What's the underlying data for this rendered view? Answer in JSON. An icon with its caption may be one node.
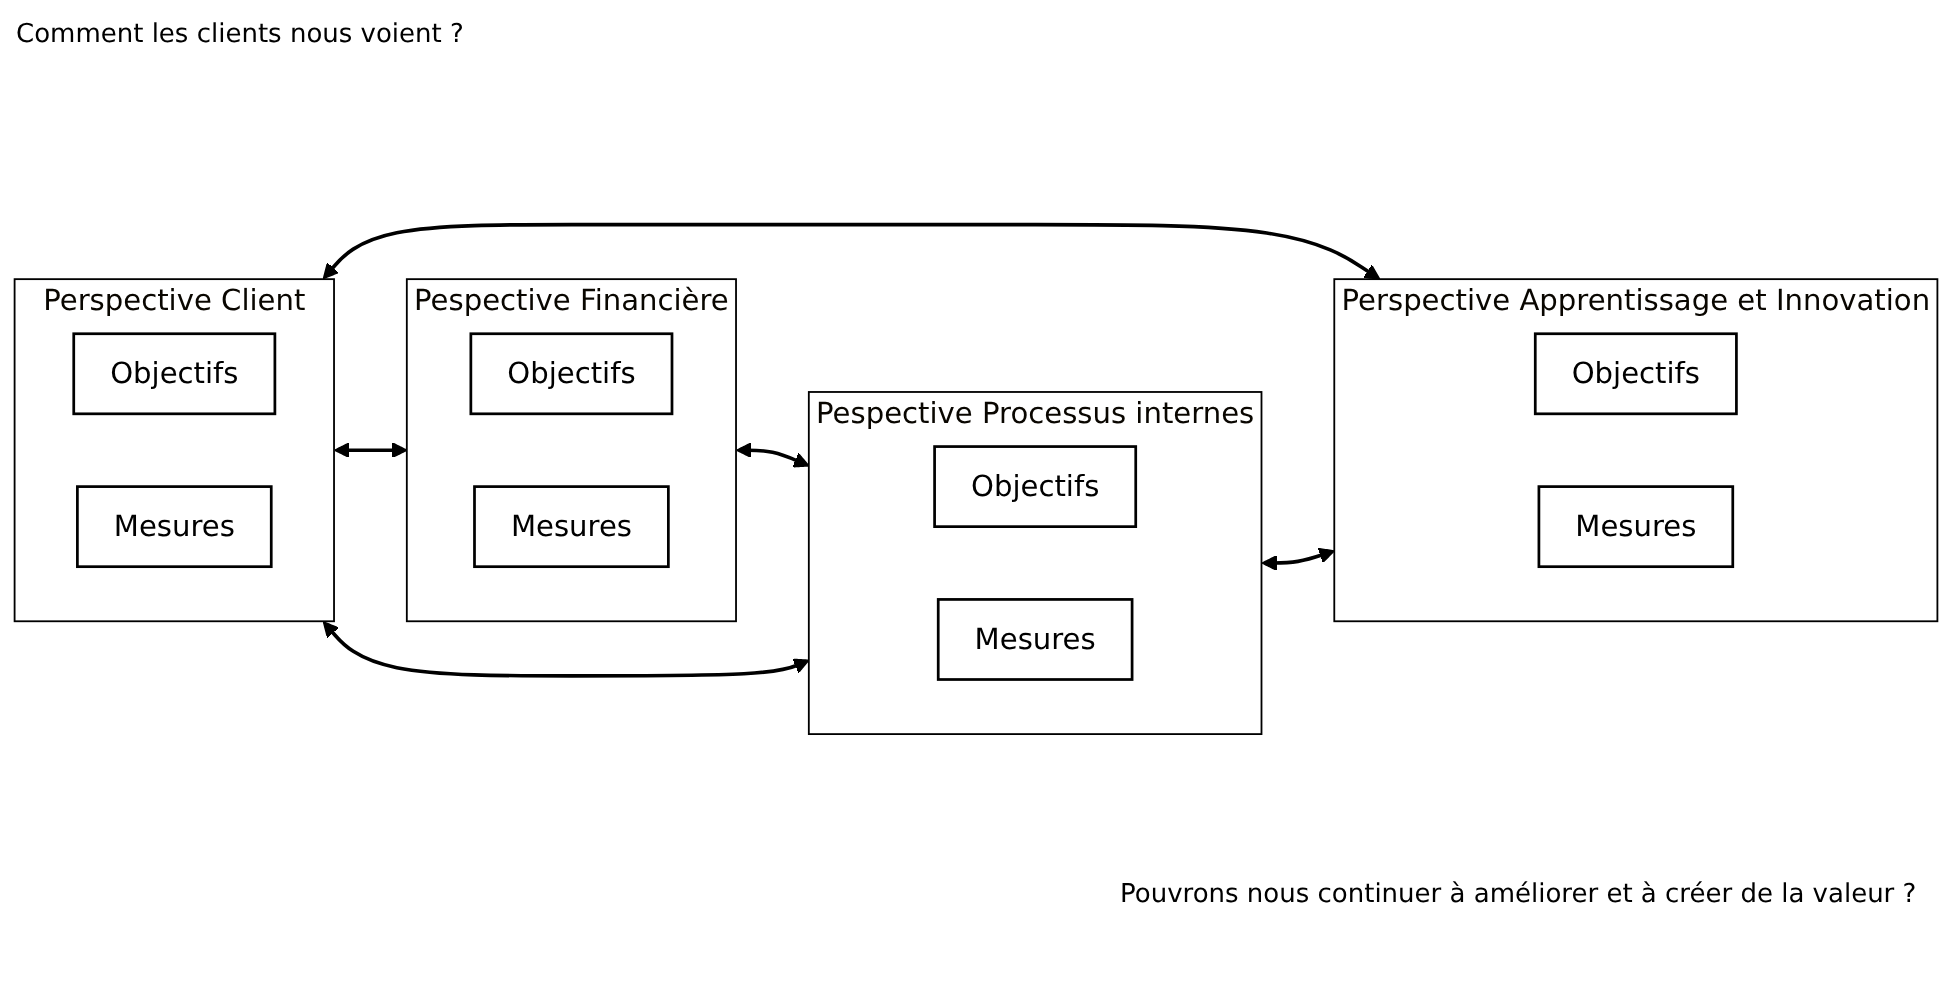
{
  "diagram": {
    "nodes": [
      {
        "text": [
          "Pespective Financière"
        ]
      },
      {
        "text": [
          "Objectifs"
        ],
        "in": 0
      },
      {
        "text": [
          "Mesures"
        ],
        "in": 0
      },
      {
        "text": [
          "Perspective Client"
        ]
      },
      {
        "text": [
          "Objectifs"
        ],
        "in": 3
      },
      {
        "text": [
          "Mesures"
        ],
        "in": 3
      },
      {
        "text": [
          "Pespective Processus internes"
        ]
      },
      {
        "text": [
          "Objectifs"
        ],
        "in": 6
      },
      {
        "text": [
          "Mesures"
        ],
        "in": 6
      },
      {
        "text": [
          "Perspective Apprentissage et Innovation"
        ]
      },
      {
        "text": [
          "Objectifs"
        ],
        "in": 9
      },
      {
        "text": [
          "Mesures"
        ],
        "in": 9
      }
    ],
    "edges": [
      {
        "from": 3,
        "to": 0,
        "arrow": "both"
      },
      {
        "from": 0,
        "to": 6,
        "arrow": "both"
      },
      {
        "from": 3,
        "to": 6,
        "arrow": "both"
      },
      {
        "from": 3,
        "to": 9,
        "arrow": "both"
      },
      {
        "from": 6,
        "to": 9,
        "arrow": "both"
      }
    ],
    "labels": [
      "Comment les clients nous voient ?",
      "Pouvrons nous continuer à améliorer et à créer de la valeur ?"
    ]
  }
}
